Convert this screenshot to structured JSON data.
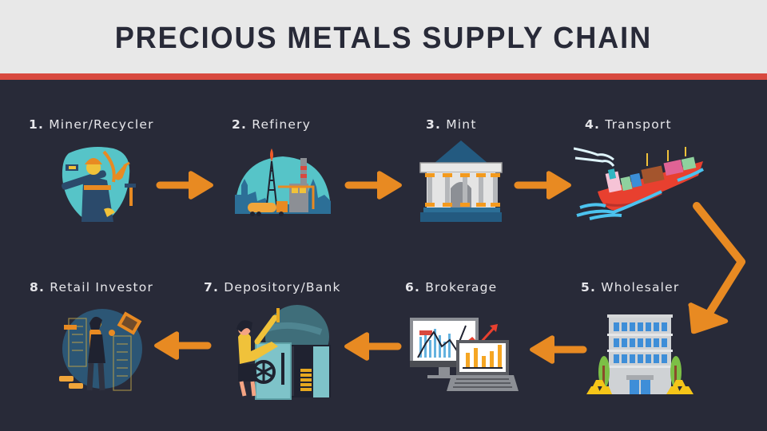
{
  "header": {
    "title": "PRECIOUS METALS SUPPLY CHAIN"
  },
  "colors": {
    "header_bg": "#e8e8e8",
    "accent_stripe": "#d8493f",
    "background": "#282a38",
    "arrow": "#e88a22",
    "title_text": "#282a38",
    "label_text": "#e6e6ea"
  },
  "steps": [
    {
      "num": "1.",
      "label": "Miner/Recycler",
      "icon": "miner-icon"
    },
    {
      "num": "2.",
      "label": "Refinery",
      "icon": "refinery-icon"
    },
    {
      "num": "3.",
      "label": "Mint",
      "icon": "mint-building-icon"
    },
    {
      "num": "4.",
      "label": "Transport",
      "icon": "cargo-ship-icon"
    },
    {
      "num": "5.",
      "label": "Wholesaler",
      "icon": "wholesaler-building-icon"
    },
    {
      "num": "6.",
      "label": "Brokerage",
      "icon": "trading-computers-icon"
    },
    {
      "num": "7.",
      "label": "Depository/Bank",
      "icon": "vault-safe-icon"
    },
    {
      "num": "8.",
      "label": "Retail Investor",
      "icon": "retail-investor-icon"
    }
  ],
  "flow": [
    "1→2",
    "2→3",
    "3→4",
    "4→5",
    "5→6",
    "6→7",
    "7→8"
  ]
}
